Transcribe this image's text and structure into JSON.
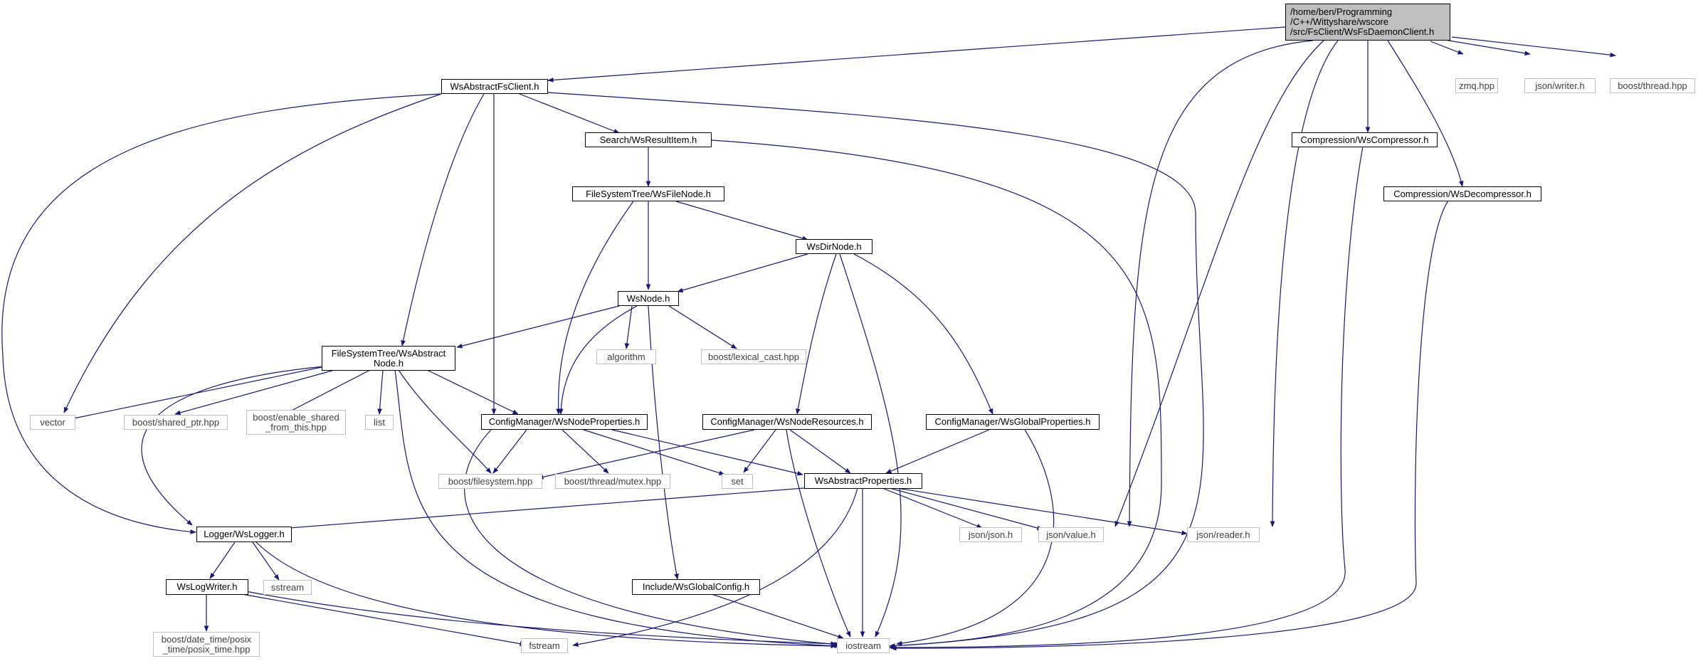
{
  "nodes": {
    "root": "/home/ben/Programming\n/C++/Wittyshare/wscore\n/src/FsClient/WsFsDaemonClient.h",
    "abstract_fs_client": "WsAbstractFsClient.h",
    "zmq": "zmq.hpp",
    "json_writer": "json/writer.h",
    "boost_thread": "boost/thread.hpp",
    "result_item": "Search/WsResultItem.h",
    "compressor": "Compression/WsCompressor.h",
    "file_node": "FileSystemTree/WsFileNode.h",
    "decompressor": "Compression/WsDecompressor.h",
    "dir_node": "WsDirNode.h",
    "ws_node": "WsNode.h",
    "abstract_node": "FileSystemTree/WsAbstract\nNode.h",
    "algorithm": "algorithm",
    "lexical_cast": "boost/lexical_cast.hpp",
    "vector": "vector",
    "shared_ptr": "boost/shared_ptr.hpp",
    "enable_shared": "boost/enable_shared\n_from_this.hpp",
    "list": "list",
    "node_properties": "ConfigManager/WsNodeProperties.h",
    "node_resources": "ConfigManager/WsNodeResources.h",
    "global_properties": "ConfigManager/WsGlobalProperties.h",
    "filesystem": "boost/filesystem.hpp",
    "mutex": "boost/thread/mutex.hpp",
    "set": "set",
    "abstract_properties": "WsAbstractProperties.h",
    "logger": "Logger/WsLogger.h",
    "json_json": "json/json.h",
    "json_value": "json/value.h",
    "json_reader": "json/reader.h",
    "sstream": "sstream",
    "log_writer": "WsLogWriter.h",
    "global_config": "Include/WsGlobalConfig.h",
    "posix_time": "boost/date_time/posix\n_time/posix_time.hpp",
    "fstream": "fstream",
    "iostream": "iostream"
  },
  "colors": {
    "edge": "#191970",
    "root_fill": "#bfbfbf",
    "doc_border": "#000000",
    "ext_border": "#bfbfbf"
  }
}
